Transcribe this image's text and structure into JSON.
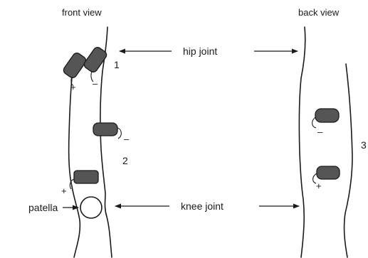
{
  "views": {
    "front": "front view",
    "back": "back view"
  },
  "joints": {
    "hip": "hip joint",
    "knee": "knee joint"
  },
  "patella_label": "patella",
  "numbers": {
    "one": "1",
    "two": "2",
    "three": "3"
  },
  "signs": {
    "front_hip_plus": "+",
    "front_hip_minus": "–",
    "front_mid_minus": "–",
    "front_knee_plus": "+",
    "back_upper_minus": "–",
    "back_lower_plus": "+"
  },
  "colors": {
    "ink": "#1a1a1a",
    "electrode_fill": "#555555"
  }
}
